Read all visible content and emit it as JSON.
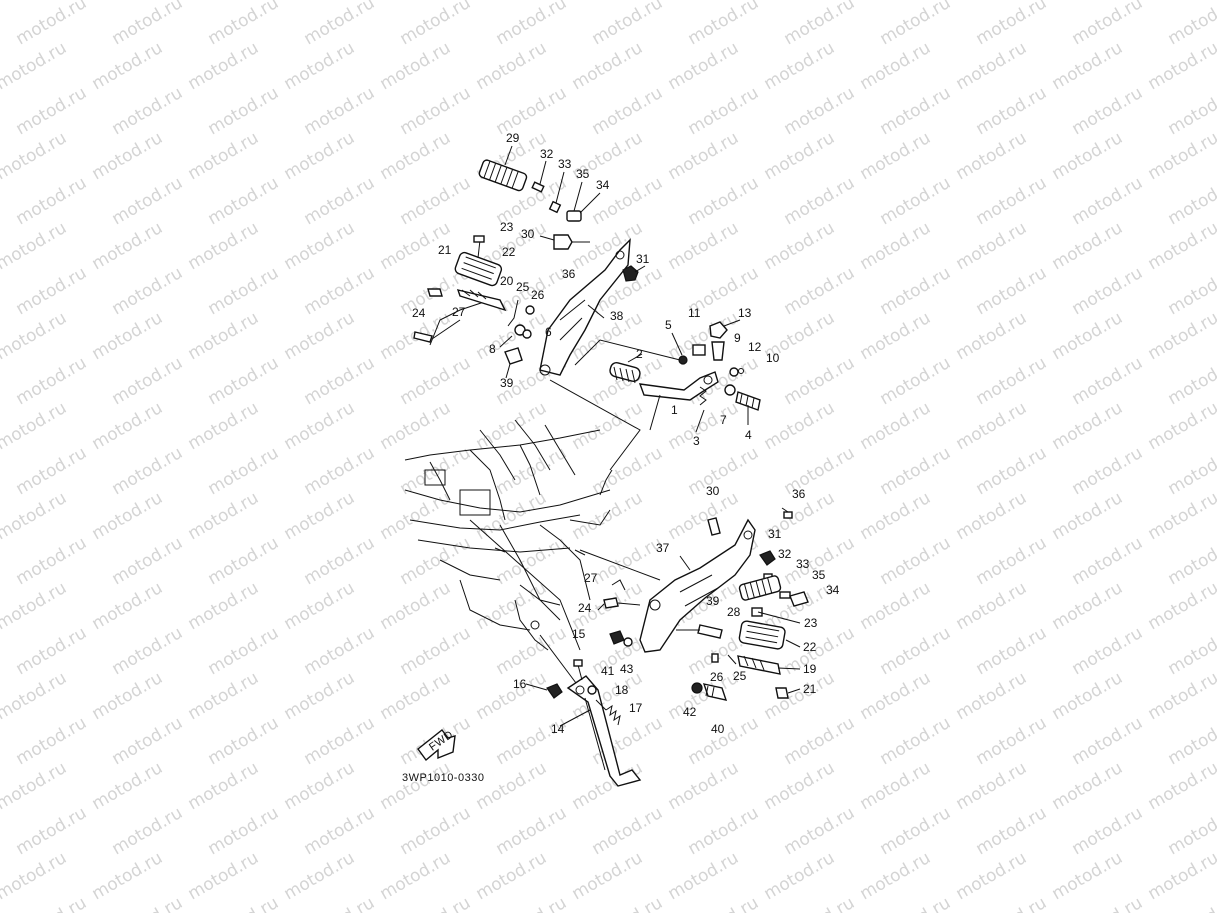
{
  "watermark": {
    "text": "motod.ru"
  },
  "diagram_code": "3WP1010-0330",
  "fwd_label": "FWD",
  "callouts": {
    "c1": "1",
    "c2": "2",
    "c3": "3",
    "c4": "4",
    "c5": "5",
    "c6": "6",
    "c7": "7",
    "c8": "8",
    "c9": "9",
    "c10": "10",
    "c11": "11",
    "c12": "12",
    "c13": "13",
    "c14": "14",
    "c15": "15",
    "c16": "16",
    "c17": "17",
    "c18": "18",
    "c19": "19",
    "c20": "20",
    "c21a": "21",
    "c21b": "21",
    "c22a": "22",
    "c22b": "22",
    "c23a": "23",
    "c23b": "23",
    "c24a": "24",
    "c24b": "24",
    "c25a": "25",
    "c25b": "25",
    "c26a": "26",
    "c26b": "26",
    "c27a": "27",
    "c27b": "27",
    "c28": "28",
    "c29": "29",
    "c30a": "30",
    "c30b": "30",
    "c31a": "31",
    "c31b": "31",
    "c32a": "32",
    "c32b": "32",
    "c33a": "33",
    "c33b": "33",
    "c34a": "34",
    "c34b": "34",
    "c35a": "35",
    "c35b": "35",
    "c36a": "36",
    "c36b": "36",
    "c37": "37",
    "c38": "38",
    "c39a": "39",
    "c39b": "39",
    "c40": "40",
    "c41": "41",
    "c42": "42",
    "c43": "43"
  }
}
